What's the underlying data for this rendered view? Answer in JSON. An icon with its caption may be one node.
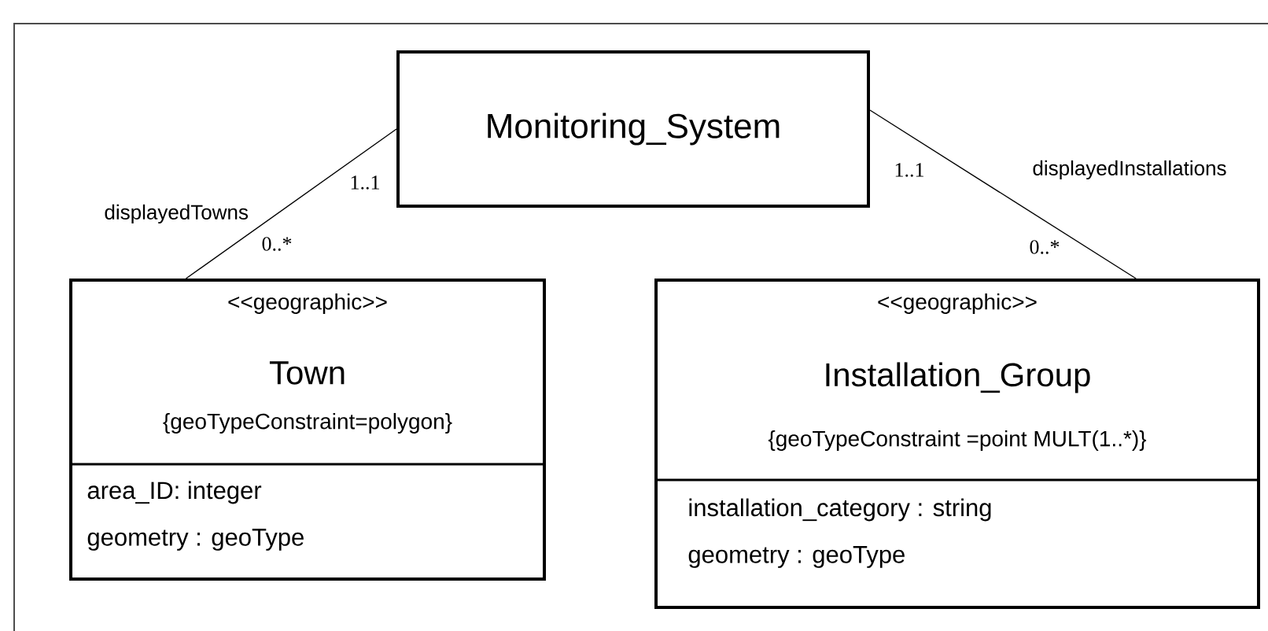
{
  "diagram": {
    "nodes": [
      {
        "text": [
          "Monitoring_System"
        ]
      },
      {
        "text": [
          "<<geographic>>",
          "Town",
          "{geoTypeConstraint=polygon}",
          "area_ID: integer",
          "geometry : geoType"
        ]
      },
      {
        "text": [
          "<<geographic>>",
          "Installation_Group",
          "{geoTypeConstraint =point MULT(1..*)}",
          "installation_category : string",
          "geometry : geoType"
        ]
      }
    ],
    "edges": [
      {
        "from": 0,
        "to": 1,
        "arrow": "none",
        "label": "displayedTowns"
      },
      {
        "from": 0,
        "to": 2,
        "arrow": "none",
        "label": "displayedInstallations"
      }
    ],
    "labels": [
      "1..1",
      "0..*",
      "1..1",
      "0..*"
    ]
  }
}
